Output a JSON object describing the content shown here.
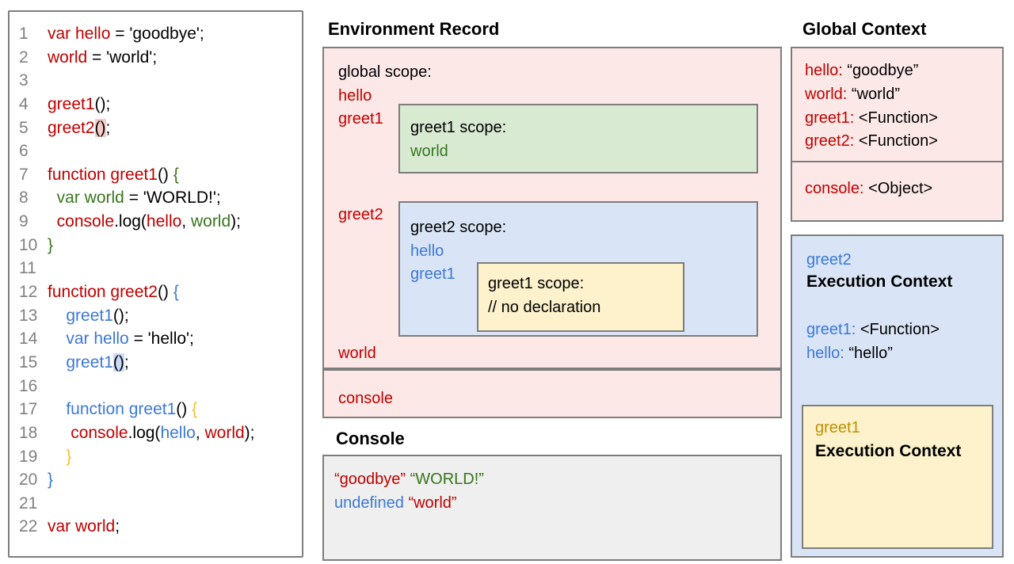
{
  "palette": {
    "k": "#000000",
    "r": "#c00000",
    "g": "#38761d",
    "b": "#3c78d8",
    "y": "#f1c232",
    "gold": "#bf9000",
    "gray": "#808080",
    "hlr": "#f6cbc7",
    "hlb": "#c9daf8",
    "pink_bg": "#fce9e7",
    "green_bg": "#d9ead3",
    "blue_bg": "#d9e5f6",
    "yellow_bg": "#fdf2cc",
    "console_bg": "#efefef",
    "border": "#7d7d7d"
  },
  "code_panel": {
    "lines": [
      {
        "n": "1",
        "tokens": [
          [
            "r",
            "var hello"
          ],
          [
            "k",
            " = 'goodbye';"
          ]
        ]
      },
      {
        "n": "2",
        "tokens": [
          [
            "r",
            "world"
          ],
          [
            "k",
            " = 'world';"
          ]
        ]
      },
      {
        "n": "3",
        "tokens": []
      },
      {
        "n": "4",
        "tokens": [
          [
            "r",
            "greet1"
          ],
          [
            "k",
            "();"
          ]
        ]
      },
      {
        "n": "5",
        "tokens": [
          [
            "r",
            "greet2"
          ],
          [
            "k",
            "()",
            "hlr"
          ],
          [
            "k",
            ";"
          ]
        ]
      },
      {
        "n": "6",
        "tokens": []
      },
      {
        "n": "7",
        "tokens": [
          [
            "r",
            "function greet1"
          ],
          [
            "k",
            "() "
          ],
          [
            "g",
            "{"
          ]
        ]
      },
      {
        "n": "8",
        "tokens": [
          [
            "k",
            "  "
          ],
          [
            "g",
            "var world"
          ],
          [
            "k",
            " = 'WORLD!';"
          ]
        ]
      },
      {
        "n": "9",
        "tokens": [
          [
            "k",
            "  "
          ],
          [
            "r",
            "console"
          ],
          [
            "k",
            ".log("
          ],
          [
            "r",
            "hello"
          ],
          [
            "k",
            ", "
          ],
          [
            "g",
            "world"
          ],
          [
            "k",
            ");"
          ]
        ]
      },
      {
        "n": "10",
        "tokens": [
          [
            "g",
            "}"
          ]
        ]
      },
      {
        "n": "11",
        "tokens": []
      },
      {
        "n": "12",
        "tokens": [
          [
            "r",
            "function greet2"
          ],
          [
            "k",
            "() "
          ],
          [
            "b",
            "{"
          ]
        ]
      },
      {
        "n": "13",
        "tokens": [
          [
            "k",
            "    "
          ],
          [
            "b",
            "greet1"
          ],
          [
            "k",
            "();"
          ]
        ]
      },
      {
        "n": "14",
        "tokens": [
          [
            "k",
            "    "
          ],
          [
            "b",
            "var hello"
          ],
          [
            "k",
            " = 'hello';"
          ]
        ]
      },
      {
        "n": "15",
        "tokens": [
          [
            "k",
            "    "
          ],
          [
            "b",
            "greet1"
          ],
          [
            "k",
            "()",
            "hlb"
          ],
          [
            "k",
            ";"
          ]
        ]
      },
      {
        "n": "16",
        "tokens": []
      },
      {
        "n": "17",
        "tokens": [
          [
            "k",
            "    "
          ],
          [
            "b",
            "function greet1"
          ],
          [
            "k",
            "() "
          ],
          [
            "y",
            "{"
          ]
        ]
      },
      {
        "n": "18",
        "tokens": [
          [
            "k",
            "     "
          ],
          [
            "r",
            "console"
          ],
          [
            "k",
            ".log("
          ],
          [
            "b",
            "hello"
          ],
          [
            "k",
            ", "
          ],
          [
            "r",
            "world"
          ],
          [
            "k",
            ");"
          ]
        ]
      },
      {
        "n": "19",
        "tokens": [
          [
            "k",
            "    "
          ],
          [
            "y",
            "}"
          ]
        ]
      },
      {
        "n": "20",
        "tokens": [
          [
            "b",
            "}"
          ]
        ]
      },
      {
        "n": "21",
        "tokens": []
      },
      {
        "n": "22",
        "tokens": [
          [
            "r",
            "var world"
          ],
          [
            "k",
            ";"
          ]
        ]
      }
    ]
  },
  "environment_record": {
    "title": "Environment Record",
    "global_scope": {
      "label": "global scope:",
      "hello": "hello",
      "greet1": "greet1",
      "greet2": "greet2",
      "world": "world"
    },
    "greet1_scope": {
      "label": "greet1 scope:",
      "world": "world"
    },
    "greet2_scope": {
      "label": "greet2 scope:",
      "hello": "hello",
      "greet1": "greet1"
    },
    "inner_greet1_scope": {
      "label": "greet1 scope:",
      "comment": "// no declaration"
    },
    "console_strip": "console"
  },
  "console_panel": {
    "title": "Console",
    "line1": [
      [
        "r",
        "“goodbye”"
      ],
      [
        "k",
        " "
      ],
      [
        "g",
        "“WORLD!”"
      ]
    ],
    "line2": [
      [
        "b",
        "undefined"
      ],
      [
        "k",
        " "
      ],
      [
        "r",
        "“world”"
      ]
    ]
  },
  "global_context": {
    "title": "Global Context",
    "entries": [
      {
        "k": "hello:",
        "v": "“goodbye”"
      },
      {
        "k": "world:",
        "v": "“world”"
      },
      {
        "k": "greet1:",
        "v": "<Function>"
      },
      {
        "k": "greet2:",
        "v": "<Function>"
      }
    ],
    "console_entry": {
      "k": "console:",
      "v": "<Object>"
    }
  },
  "greet2_context": {
    "name": "greet2",
    "title": "Execution Context",
    "entries": [
      {
        "k": "greet1:",
        "v": "<Function>"
      },
      {
        "k": "hello:",
        "v": "“hello”"
      }
    ]
  },
  "greet1_context": {
    "name": "greet1",
    "title": "Execution Context"
  }
}
